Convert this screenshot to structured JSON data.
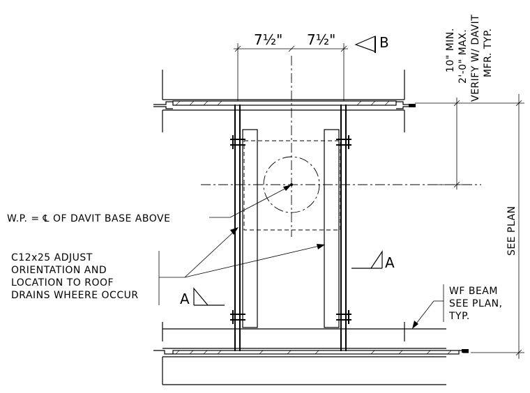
{
  "dimensions": {
    "left_width": "7½\"",
    "right_width": "7½\"",
    "vertical_1": "10\" MIN.",
    "vertical_2": "2'-0\" MAX.",
    "vertical_3": "VERIFY W/ DAVIT",
    "vertical_4": "MFR. TYP.",
    "see_plan": "SEE PLAN"
  },
  "section_marker": {
    "label": "B"
  },
  "weld_left": {
    "label": "A"
  },
  "weld_right": {
    "label": "A"
  },
  "notes": {
    "wp": "W.P. = ℄ OF DAVIT BASE ABOVE",
    "channel": [
      "C12x25 ADJUST",
      "ORIENTATION AND",
      "LOCATION TO ROOF",
      "DRAINS WHEERE OCCUR"
    ],
    "wf_beam": [
      "WF BEAM",
      "SEE PLAN,",
      "TYP."
    ]
  }
}
